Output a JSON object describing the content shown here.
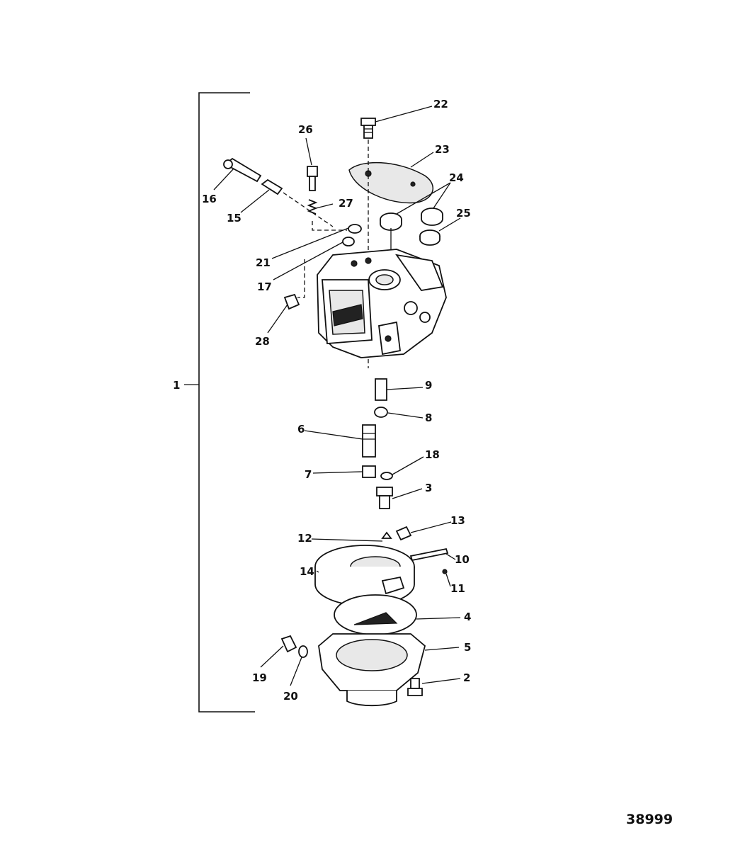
{
  "figure_number": "38999",
  "callouts": {
    "c1": "1",
    "c2": "2",
    "c3": "3",
    "c4": "4",
    "c5": "5",
    "c6": "6",
    "c7": "7",
    "c8": "8",
    "c9": "9",
    "c10": "10",
    "c11": "11",
    "c12": "12",
    "c13": "13",
    "c14": "14",
    "c15": "15",
    "c16": "16",
    "c17": "17",
    "c18": "18",
    "c19": "19",
    "c20": "20",
    "c21": "21",
    "c22": "22",
    "c23": "23",
    "c24": "24",
    "c25": "25",
    "c26": "26",
    "c27": "27",
    "c28": "28"
  }
}
